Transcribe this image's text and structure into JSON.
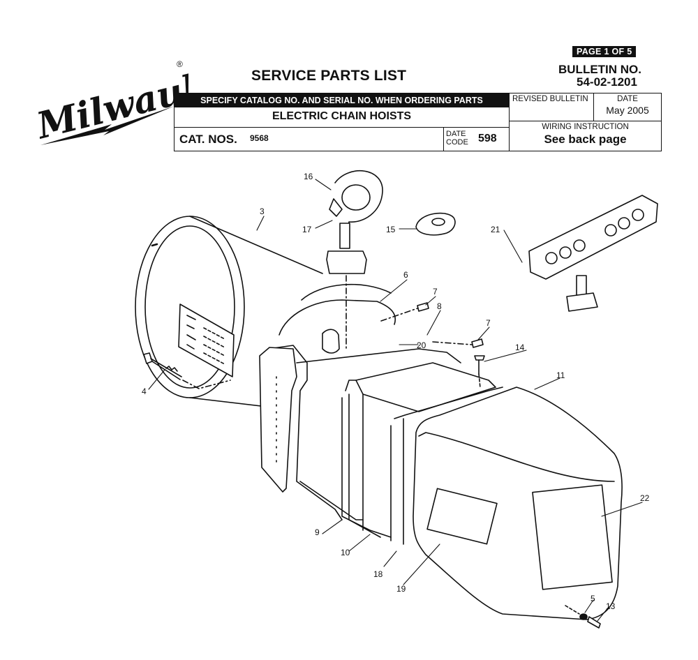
{
  "brand": {
    "logo_text": "Milwaukee",
    "registered_mark": "®"
  },
  "header": {
    "title": "SERVICE PARTS LIST",
    "page_badge": "PAGE 1 OF 5",
    "bulletin_label": "BULLETIN NO.",
    "bulletin_number": "54-02-1201"
  },
  "info_table": {
    "specify_banner": "SPECIFY CATALOG NO. AND SERIAL NO. WHEN ORDERING PARTS",
    "product_name": "ELECTRIC CHAIN HOISTS",
    "cat_nos_label": "CAT. NOS.",
    "cat_nos_value": "9568",
    "date_code_label_1": "DATE",
    "date_code_label_2": "CODE",
    "date_code_value": "598",
    "revised_bulletin_label": "REVISED BULLETIN",
    "revised_bulletin_value": "",
    "date_label": "DATE",
    "date_value": "May 2005",
    "wiring_label": "WIRING INSTRUCTION",
    "wiring_value": "See back page"
  },
  "callouts": {
    "c16": "16",
    "c17": "17",
    "c3": "3",
    "c15": "15",
    "c21": "21",
    "c6": "6",
    "c7a": "7",
    "c8": "8",
    "c7b": "7",
    "c20": "20",
    "c14": "14",
    "c4": "4",
    "c11": "11",
    "c22": "22",
    "c9": "9",
    "c10": "10",
    "c18": "18",
    "c19": "19",
    "c5": "5",
    "c13": "13"
  }
}
